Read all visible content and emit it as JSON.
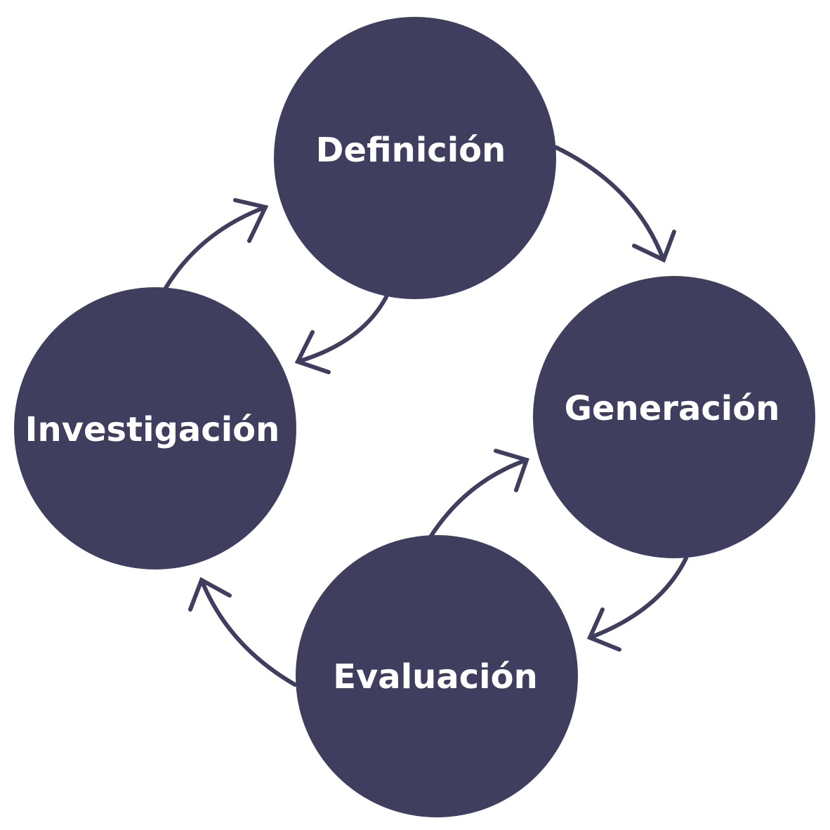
{
  "diagram": {
    "colors": {
      "node_fill": "#403E5F",
      "arrow_stroke": "#403E5F",
      "label_text": "#FFFFFF",
      "background": "#FFFFFF"
    },
    "nodes": [
      {
        "id": "definicion",
        "label": "Definición"
      },
      {
        "id": "generacion",
        "label": "Generación"
      },
      {
        "id": "evaluacion",
        "label": "Evaluación"
      },
      {
        "id": "investigacion",
        "label": "Investigación"
      }
    ],
    "edges": [
      {
        "from": "definicion",
        "to": "generacion"
      },
      {
        "from": "generacion",
        "to": "evaluacion"
      },
      {
        "from": "evaluacion",
        "to": "generacion"
      },
      {
        "from": "evaluacion",
        "to": "investigacion"
      },
      {
        "from": "investigacion",
        "to": "definicion"
      },
      {
        "from": "definicion",
        "to": "investigacion"
      }
    ]
  }
}
